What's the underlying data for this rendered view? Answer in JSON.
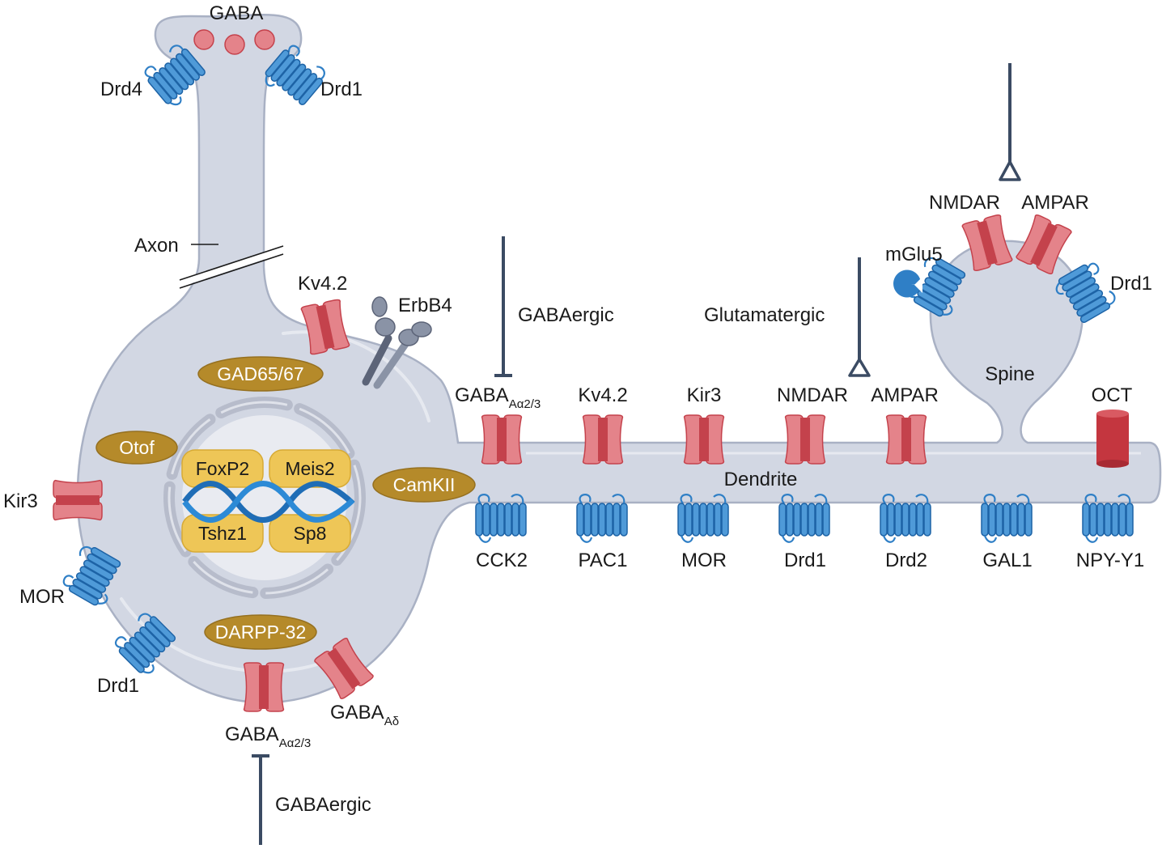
{
  "colors": {
    "cell_fill": "#d2d7e3",
    "cell_stroke": "#a9b1c4",
    "channel": "#e4838a",
    "channel_dark": "#c4424c",
    "gpcr": "#2f7fc6",
    "gold": "#b58a2a",
    "tf_box": "#eec657",
    "dna": "#1f6db6",
    "synapse": "#3b4b63"
  },
  "terminal": {
    "transmitter": "GABA",
    "receptor_left": "Drd4",
    "receptor_right": "Drd1"
  },
  "axon_label": "Axon",
  "soma": {
    "membrane_channels": {
      "kv42": "Kv4.2",
      "kir3": "Kir3"
    },
    "erbb4": "ErbB4",
    "markers": [
      "GAD65/67",
      "Otof",
      "CamKII",
      "DARPP-32"
    ],
    "transcription_factors": [
      "FoxP2",
      "Meis2",
      "Tshz1",
      "Sp8"
    ],
    "gpcrs": {
      "mor": "MOR",
      "drd1": "Drd1"
    },
    "gaba_a23": {
      "main": "GABA",
      "sub": "Aα2/3"
    },
    "gaba_ad": {
      "main": "GABA",
      "sub": "Aδ"
    },
    "input_bottom": "GABAergic"
  },
  "dendrite": {
    "label": "Dendrite",
    "gaba_a23": {
      "main": "GABA",
      "sub": "Aα2/3"
    },
    "top_channels": [
      "Kv4.2",
      "Kir3",
      "NMDAR",
      "AMPAR"
    ],
    "transporter": "OCT",
    "bottom_gpcrs": [
      "CCK2",
      "PAC1",
      "MOR",
      "Drd1",
      "Drd2",
      "GAL1",
      "NPY-Y1"
    ],
    "input_gabaergic": "GABAergic",
    "input_glutamatergic": "Glutamatergic"
  },
  "spine": {
    "label": "Spine",
    "channels": [
      "NMDAR",
      "AMPAR"
    ],
    "mglu5": "mGlu5",
    "drd1": "Drd1"
  }
}
